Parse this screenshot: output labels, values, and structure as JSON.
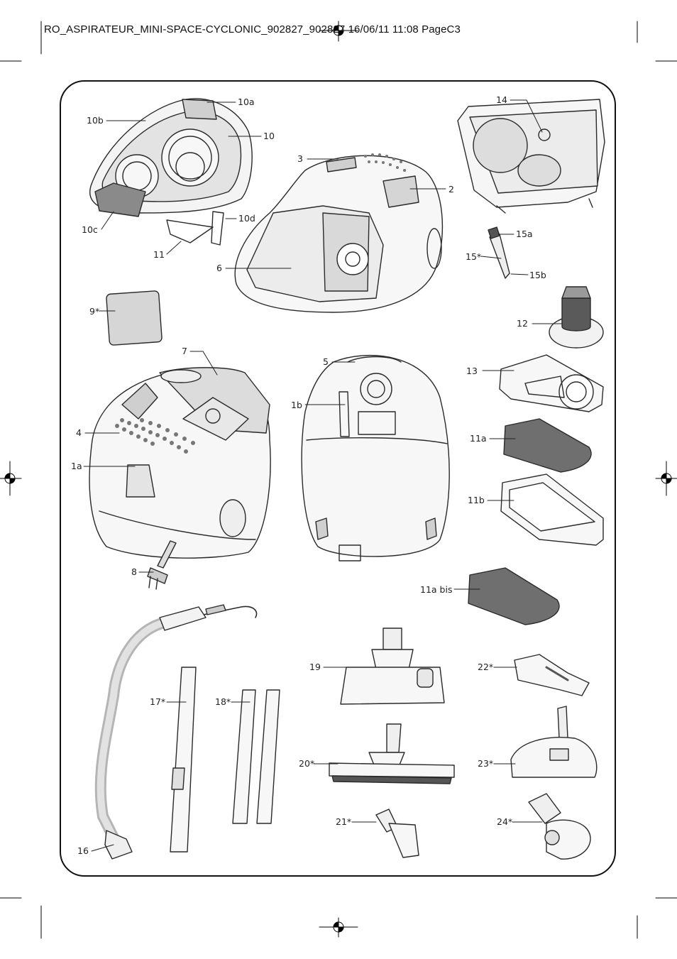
{
  "header": {
    "text": "RO_ASPIRATEUR_MINI-SPACE-CYCLONIC_902827_902827  16/06/11  11:08  PageC3"
  },
  "labels": {
    "p10a": "10a",
    "p10b": "10b",
    "p10": "10",
    "p10c": "10c",
    "p10d": "10d",
    "p11": "11",
    "p3": "3",
    "p2": "2",
    "p6": "6",
    "p14": "14",
    "p15a": "15a",
    "p15s": "15*",
    "p15b": "15b",
    "p9s": "9*",
    "p12": "12",
    "p7": "7",
    "p5": "5",
    "p13": "13",
    "p1b": "1b",
    "p4": "4",
    "p11a": "11a",
    "p1a": "1a",
    "p11b": "11b",
    "p8": "8",
    "p11abis": "11a bis",
    "p19": "19",
    "p22s": "22*",
    "p17s": "17*",
    "p18s": "18*",
    "p20s": "20*",
    "p23s": "23*",
    "p21s": "21*",
    "p24s": "24*",
    "p16": "16"
  }
}
